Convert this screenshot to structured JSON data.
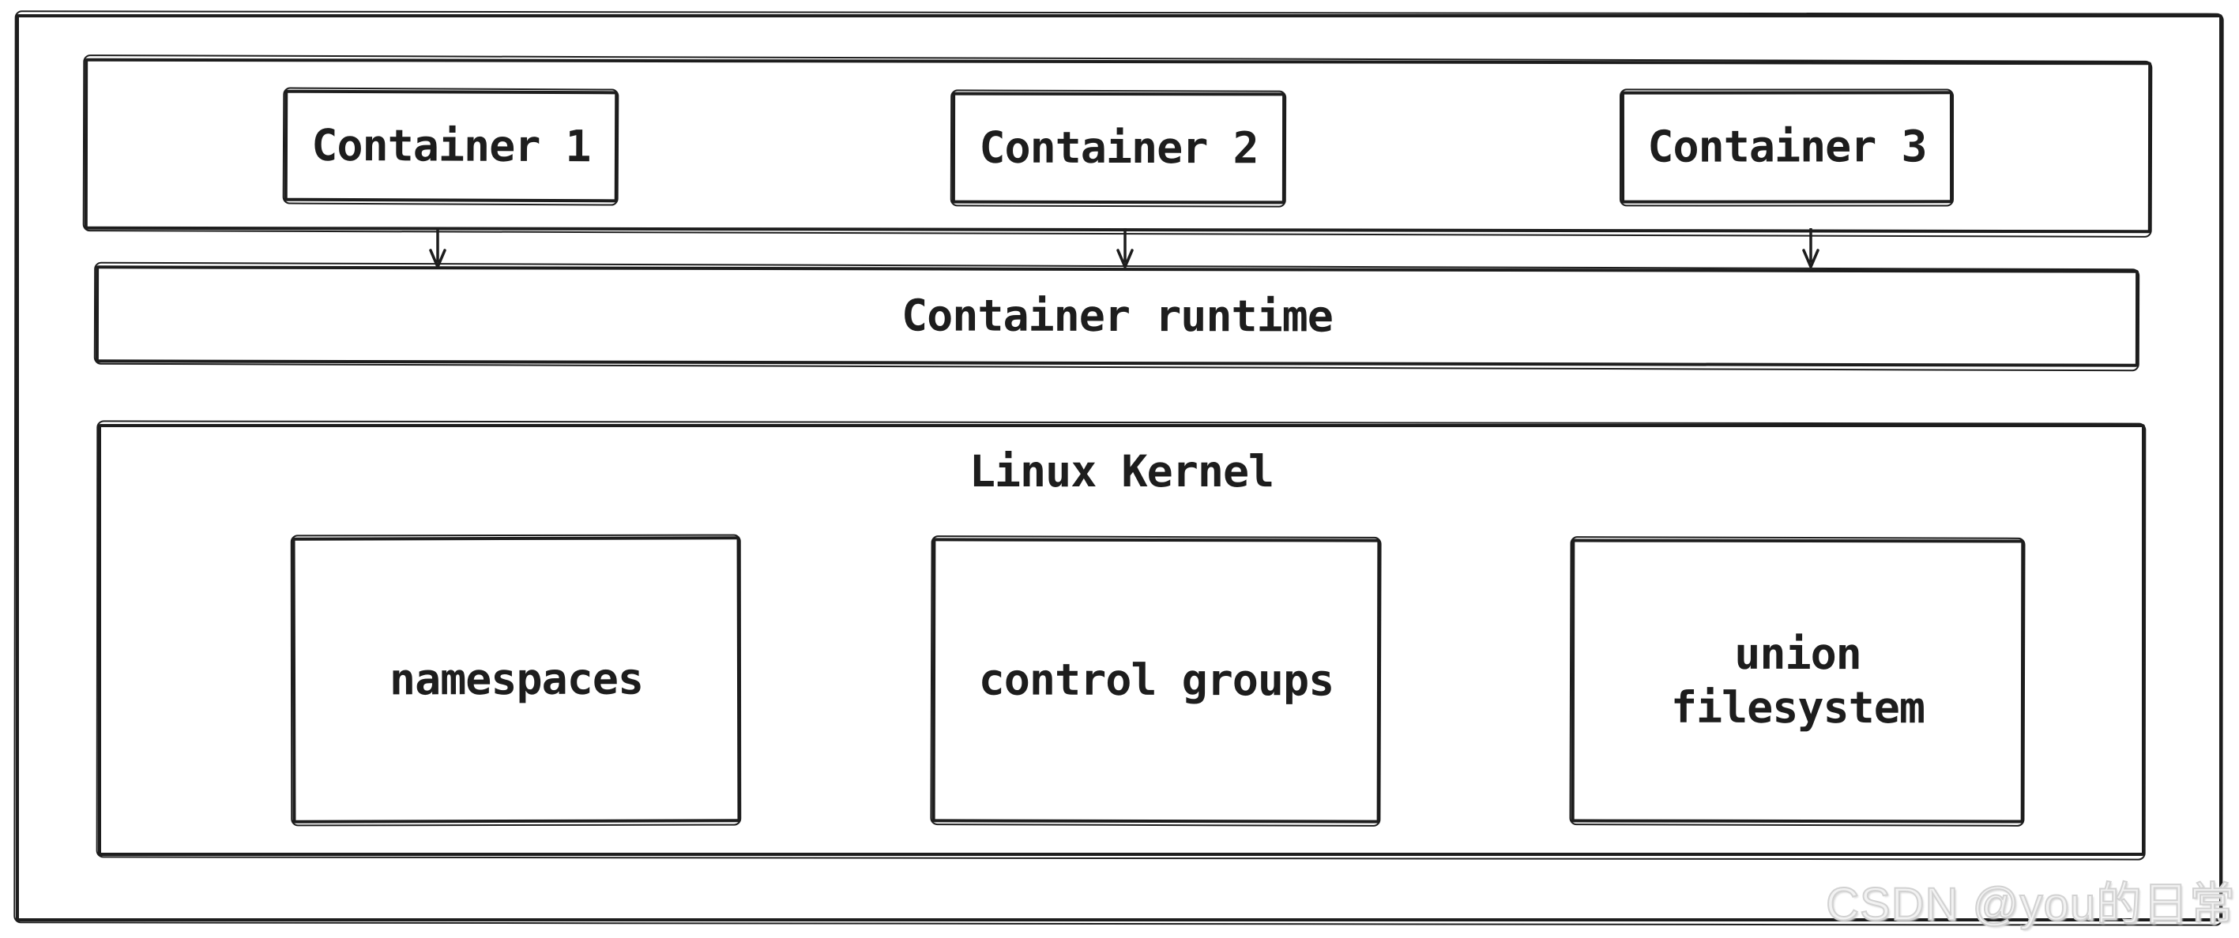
{
  "diagram": {
    "containers": [
      {
        "label": "Container 1"
      },
      {
        "label": "Container 2"
      },
      {
        "label": "Container 3"
      }
    ],
    "runtime": {
      "label": "Container runtime"
    },
    "kernel": {
      "title": "Linux Kernel",
      "components": [
        {
          "label": "namespaces"
        },
        {
          "label": "control groups"
        },
        {
          "label": "union filesystem"
        }
      ]
    },
    "watermark": "CSDN @you的日常",
    "colors": {
      "stroke": "#1d1d1d",
      "background": "#ffffff",
      "watermark": "#d2d2d2"
    }
  }
}
